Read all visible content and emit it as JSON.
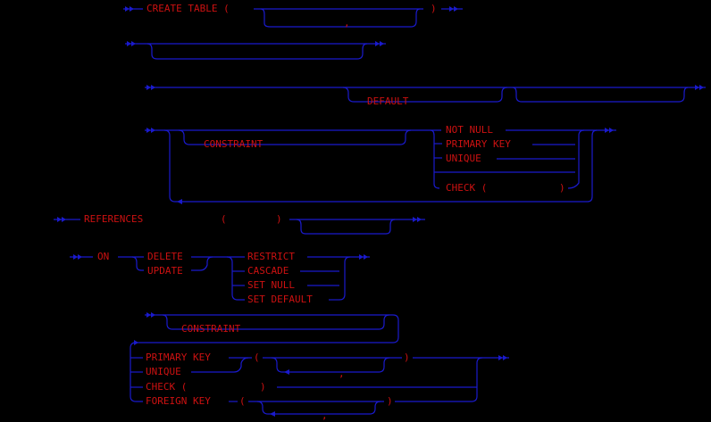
{
  "diagram": {
    "colors": {
      "background": "#000000",
      "keyword": "#cc1111",
      "rail": "#1a1acc"
    },
    "create_table": {
      "keyword": "CREATE TABLE (",
      "separator": ",",
      "close": ")"
    },
    "column_definition": {
      "default_keyword": "DEFAULT"
    },
    "column_constraint": {
      "constraint_keyword": "CONSTRAINT",
      "not_null": "NOT NULL",
      "primary_key": "PRIMARY KEY",
      "unique": "UNIQUE",
      "check_open": "CHECK (",
      "check_close": ")"
    },
    "references_clause": {
      "keyword": "REFERENCES",
      "open": "(",
      "close": ")"
    },
    "referential_action": {
      "on": "ON",
      "delete": "DELETE",
      "update": "UPDATE",
      "restrict": "RESTRICT",
      "cascade": "CASCADE",
      "set_null": "SET NULL",
      "set_default": "SET DEFAULT"
    },
    "table_constraint": {
      "constraint_keyword": "CONSTRAINT",
      "primary_key": "PRIMARY KEY",
      "unique": "UNIQUE",
      "open_paren": "(",
      "separator": ",",
      "close_paren": ")",
      "check_open": "CHECK (",
      "check_close": ")",
      "foreign_key": "FOREIGN KEY",
      "fk_open": "(",
      "fk_separator": ",",
      "fk_close": ")"
    }
  }
}
